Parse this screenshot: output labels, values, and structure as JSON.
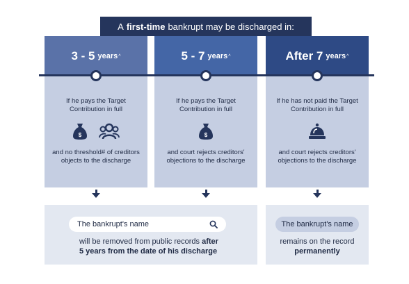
{
  "title": {
    "prefix": "A",
    "bold": "first-time",
    "suffix": "bankrupt may be discharged in:"
  },
  "columns": [
    {
      "main": "3 - 5",
      "unit": "years",
      "caret": "^",
      "condition": "If he pays the Target Contribution in full",
      "icons": [
        "money-bag-icon",
        "creditors-group-icon"
      ],
      "condition2": "and no threshold# of creditors objects to the discharge"
    },
    {
      "main": "5 - 7",
      "unit": "years",
      "caret": "^",
      "condition": "If he pays the Target Contribution in full",
      "icons": [
        "money-bag-icon"
      ],
      "condition2": "and court rejects creditors' objections to the discharge"
    },
    {
      "main": "After 7",
      "unit": "years",
      "caret": "^",
      "condition": "If he has not paid the Target Contribution in full",
      "icons": [
        "court-bell-icon"
      ],
      "condition2": "and court rejects creditors' objections to the discharge"
    }
  ],
  "outcomes": [
    {
      "pill": "The bankrupt's name",
      "icon": "search-icon",
      "text": "will be removed from public records",
      "bold1": "after",
      "bold2": "5 years from the date of his discharge"
    },
    {
      "pill": "The bankrupt's name",
      "text": "remains on the record",
      "bold": "permanently"
    }
  ],
  "colors": {
    "navy": "#25355c",
    "col1": "#5a72a8",
    "col2": "#4466a6",
    "col3": "#2e4a85",
    "body": "#c5cee2",
    "outcome": "#e3e8f1"
  }
}
